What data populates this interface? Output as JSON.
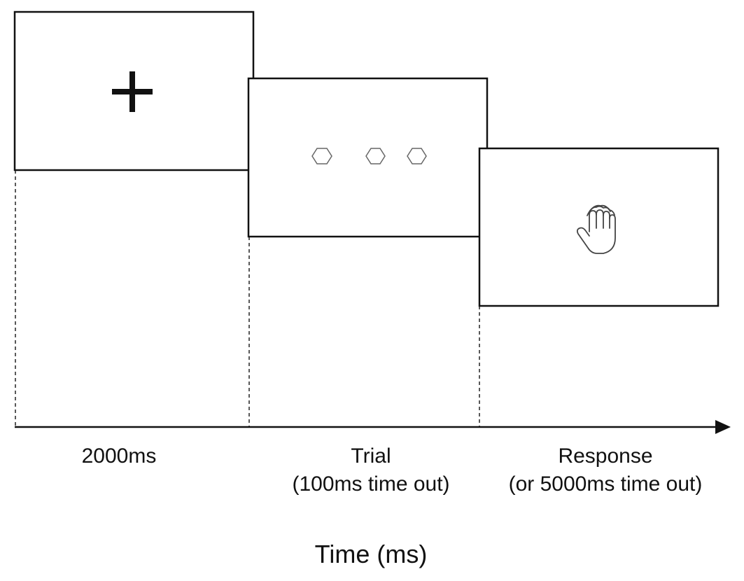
{
  "stages": [
    {
      "id": "fixation",
      "stimulus": "fixation-cross",
      "label_lines": [
        "2000ms"
      ]
    },
    {
      "id": "trial",
      "stimulus": "three-hexagons",
      "label_lines": [
        "Trial",
        "(100ms time out)"
      ]
    },
    {
      "id": "response",
      "stimulus": "hand-icon",
      "label_lines": [
        "Response",
        "(or 5000ms time out)"
      ]
    }
  ],
  "axis": {
    "title": "Time (ms)"
  }
}
